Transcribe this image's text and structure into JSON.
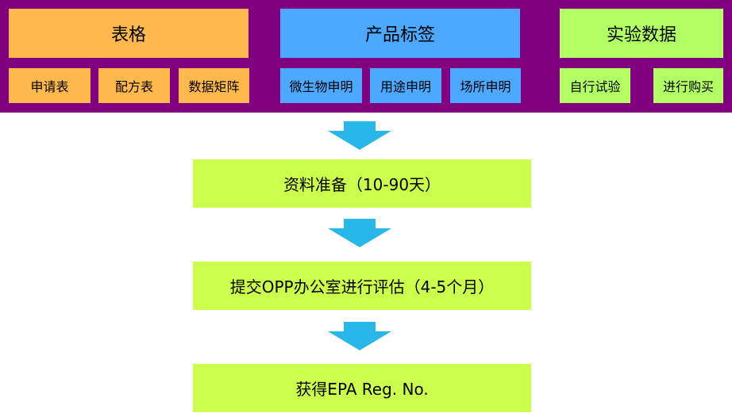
{
  "columns": [
    {
      "title": "表格",
      "items": [
        "申请表",
        "配方表",
        "数据矩阵"
      ]
    },
    {
      "title": "产品标签",
      "items": [
        "微生物申明",
        "用途申明",
        "场所申明"
      ]
    },
    {
      "title": "实验数据",
      "items": [
        "自行试验",
        "进行购买"
      ]
    }
  ],
  "steps": [
    "资料准备（10-90天）",
    "提交OPP办公室进行评估（4-5个月）",
    "获得EPA Reg. No."
  ],
  "colors": {
    "band": "#80007f",
    "orange": "#ffb84d",
    "blue": "#4da8ff",
    "green": "#b2ff66",
    "step": "#ccff4d",
    "arrow": "#29b6e8"
  },
  "icons": {
    "flow_arrow": "down-arrow-icon"
  }
}
